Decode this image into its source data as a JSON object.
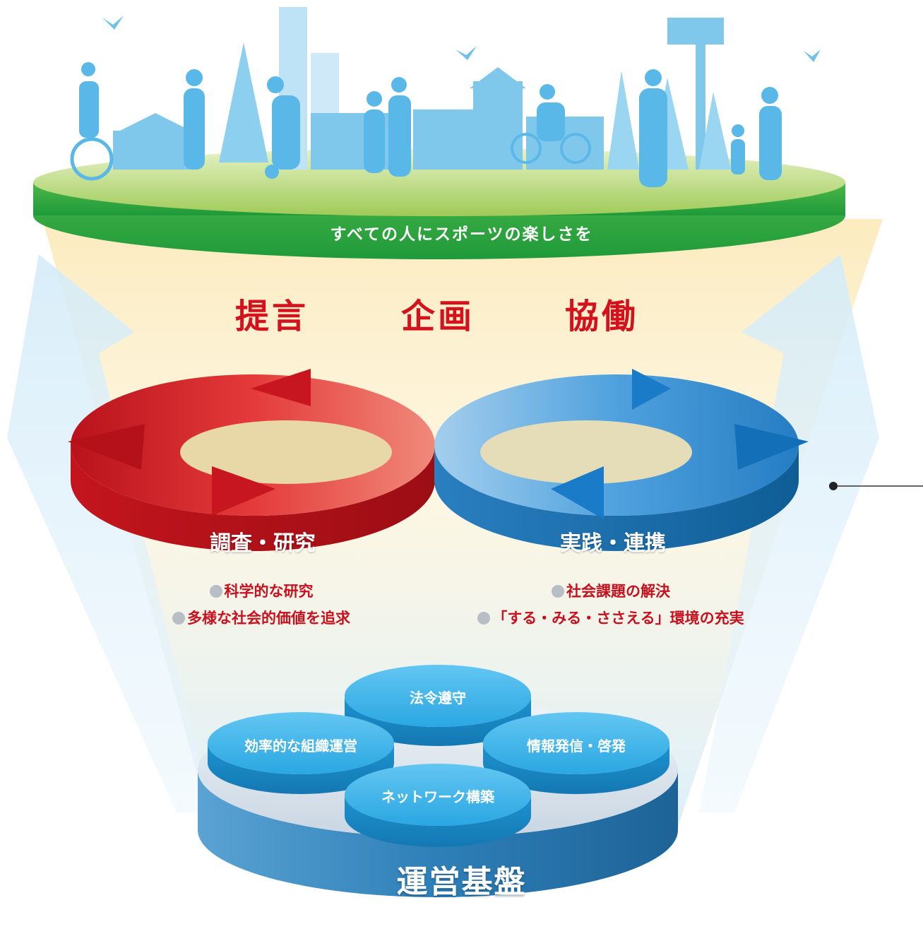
{
  "banner": {
    "text": "すべての人にスポーツの楽しさを"
  },
  "keywords": [
    "提言",
    "企画",
    "協働"
  ],
  "cycles": {
    "left": {
      "label": "調査・研究",
      "bullets": [
        "科学的な研究",
        "多様な社会的価値を追求"
      ]
    },
    "right": {
      "label": "実践・連携",
      "bullets": [
        "社会課題の解決",
        "「する・みる・ささえる」環境の充実"
      ]
    }
  },
  "foundation": {
    "title": "運営基盤",
    "discs": [
      "法令遵守",
      "効率的な組織運営",
      "情報発信・啓発",
      "ネットワーク構築"
    ]
  },
  "colors": {
    "banner_green": "#2fa83a",
    "keyword_red": "#d4121e",
    "left_ring_red": "#d82229",
    "right_ring_blue": "#1f86d0",
    "disc_blue": "#3db0e8",
    "base_blue": "#3f8fc4",
    "silhouette_blue": "#7fc8ec"
  }
}
